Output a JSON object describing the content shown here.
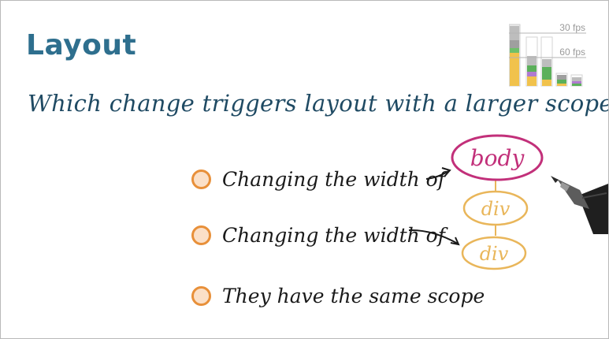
{
  "slide": {
    "title": "Layout",
    "question": "Which change triggers layout with a larger scope?"
  },
  "options": [
    {
      "label": "Changing the width of"
    },
    {
      "label": "Changing the width of"
    },
    {
      "label": "They have the same scope"
    }
  ],
  "diagram": {
    "nodes": [
      "body",
      "div",
      "div"
    ],
    "colors": {
      "body": "#c2307a",
      "div": "#e9b65a"
    }
  },
  "fps_meter": {
    "label_30": "30 fps",
    "label_60": "60 fps"
  },
  "colors": {
    "title": "#2e6f8e",
    "question": "#1f4a63",
    "radio_border": "#e8903a",
    "radio_fill": "#fbe0c8"
  },
  "icons": [
    "pen-icon"
  ]
}
